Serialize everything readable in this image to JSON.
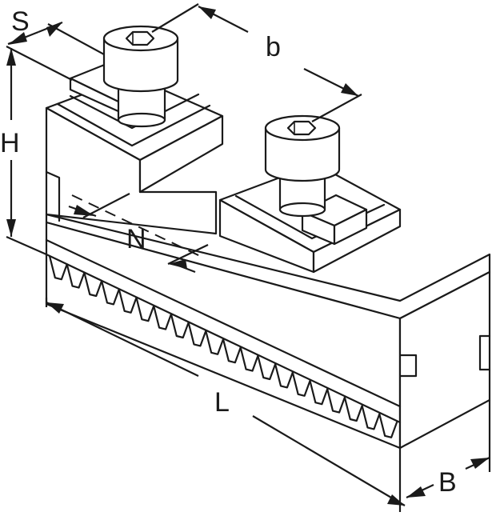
{
  "figure": {
    "labels": {
      "S": "S",
      "b": "b",
      "H": "H",
      "N": "N",
      "L": "L",
      "B": "B"
    },
    "line_color": "#1a1a1a",
    "background_color": "#ffffff"
  }
}
